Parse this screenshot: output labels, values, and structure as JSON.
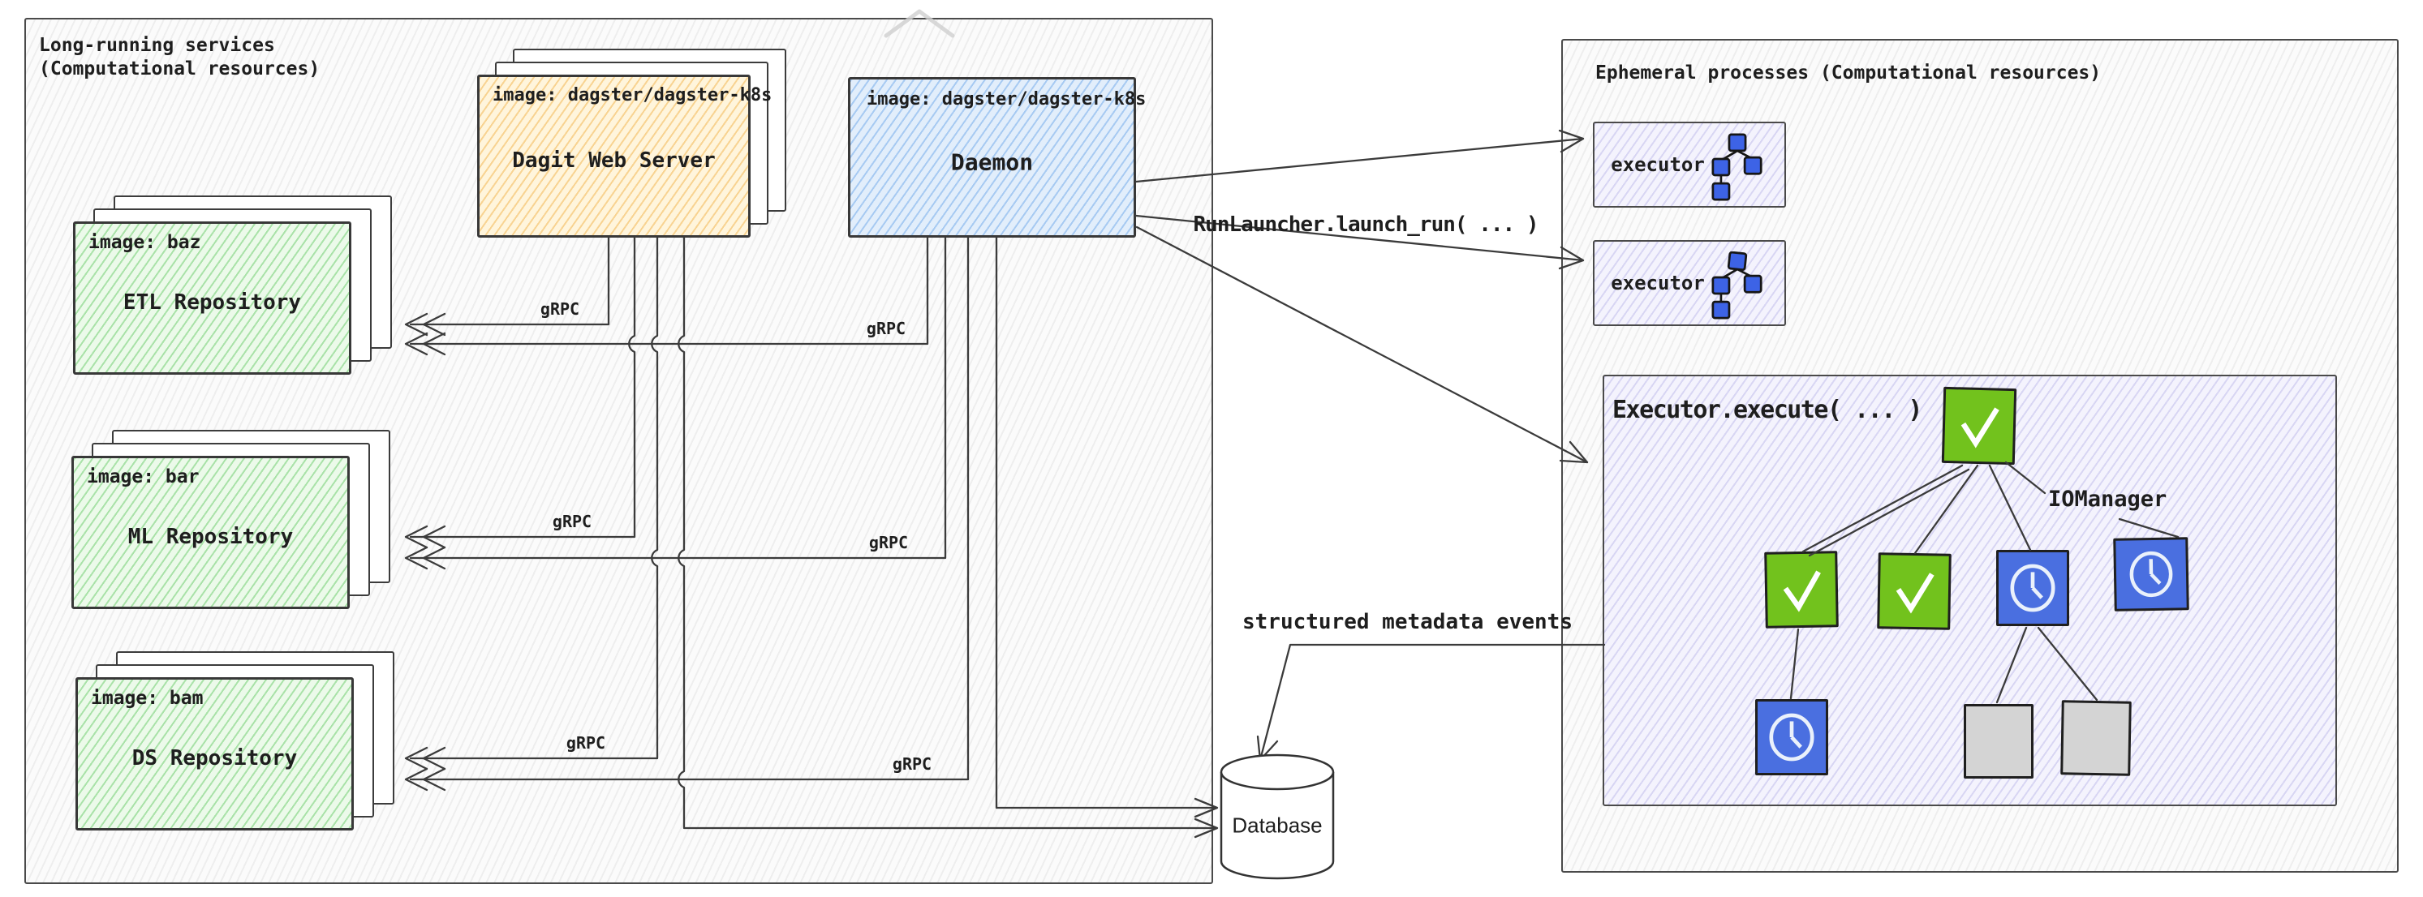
{
  "colors": {
    "accent_green": "#72c21d",
    "accent_blue": "#4a6fe0",
    "node_blue": "#3d63e6",
    "gray_step": "#d4d4d4",
    "line": "#3b3b3b"
  },
  "left_panel": {
    "title": "Long-running services\n(Computational resources)",
    "dagit": {
      "image_label": "image: dagster/dagster-k8s",
      "name": "Dagit Web Server"
    },
    "daemon": {
      "image_label": "image: dagster/dagster-k8s",
      "name": "Daemon"
    },
    "repositories": [
      {
        "image_label": "image: baz",
        "name": "ETL Repository"
      },
      {
        "image_label": "image: bar",
        "name": "ML Repository"
      },
      {
        "image_label": "image: bam",
        "name": "DS Repository"
      }
    ],
    "grpc_label": "gRPC"
  },
  "right_panel": {
    "title": "Ephemeral processes (Computational resources)",
    "executors": [
      {
        "label": "executor"
      },
      {
        "label": "executor"
      }
    ],
    "execute_panel": {
      "title": "Executor.execute( ... )",
      "iomanager_label": "IOManager"
    }
  },
  "connections": {
    "run_launcher": "RunLauncher.launch_run( ... )",
    "metadata_events": "structured metadata events"
  },
  "database": {
    "label": "Database"
  }
}
